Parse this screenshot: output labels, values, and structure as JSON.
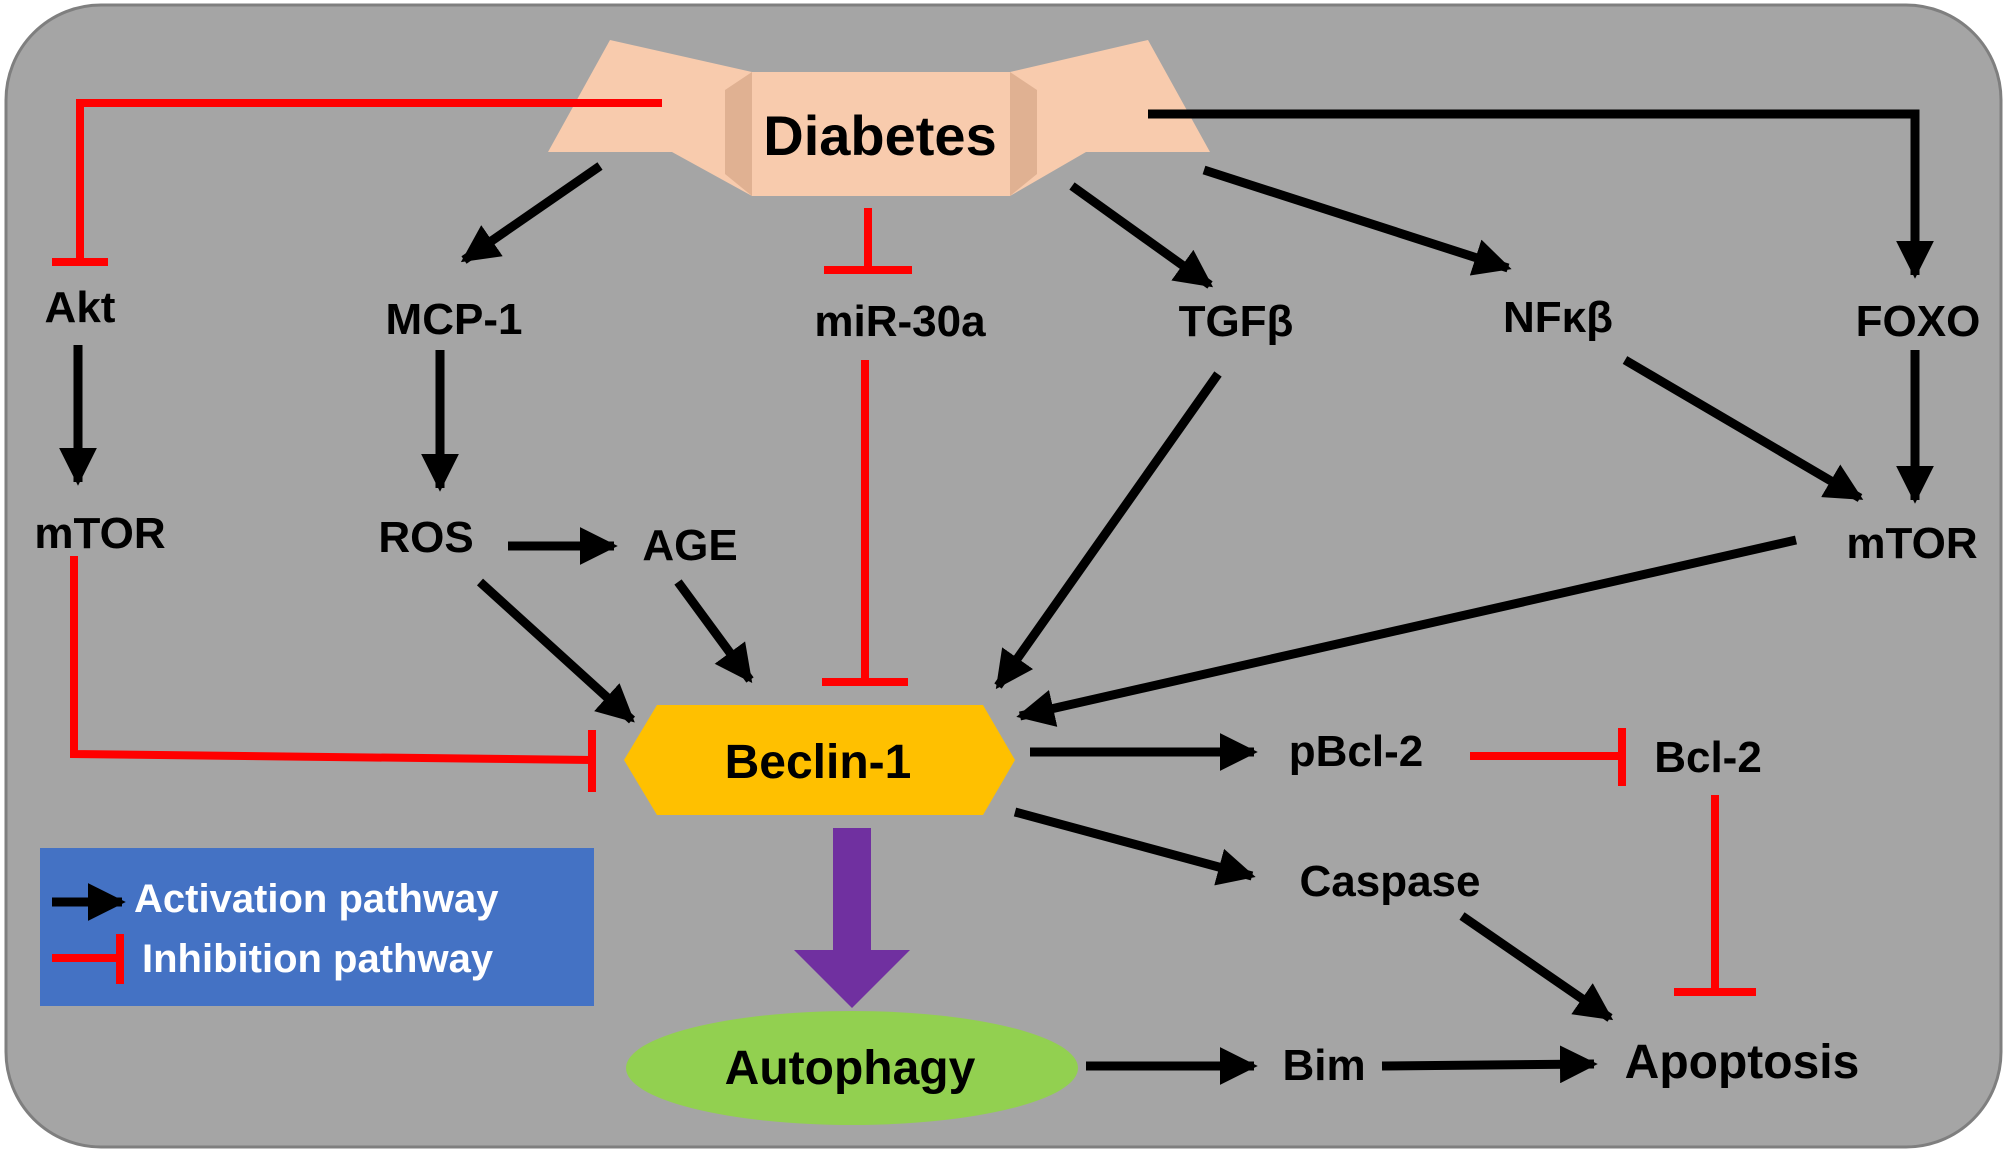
{
  "nodes": {
    "diabetes": "Diabetes",
    "akt": "Akt",
    "mtor_left": "mTOR",
    "mcp1": "MCP-1",
    "ros": "ROS",
    "age": "AGE",
    "mir30a": "miR-30a",
    "tgfb": "TGFβ",
    "nfkb": "NFκβ",
    "foxo": "FOXO",
    "mtor_right": "mTOR",
    "beclin1": "Beclin-1",
    "pbcl2": "pBcl-2",
    "bcl2": "Bcl-2",
    "caspase": "Caspase",
    "autophagy": "Autophagy",
    "bim": "Bim",
    "apoptosis": "Apoptosis"
  },
  "legend": {
    "activation": "Activation pathway",
    "inhibition": "Inhibition pathway"
  },
  "colors": {
    "background_panel": "#a5a5a5",
    "activation": "#000000",
    "inhibition": "#ff0000",
    "diabetes_banner": "#f8cbad",
    "beclin": "#ffc000",
    "autophagy": "#92d050",
    "autophagy_arrow": "#7030a0",
    "legend_bg": "#4472c4"
  }
}
